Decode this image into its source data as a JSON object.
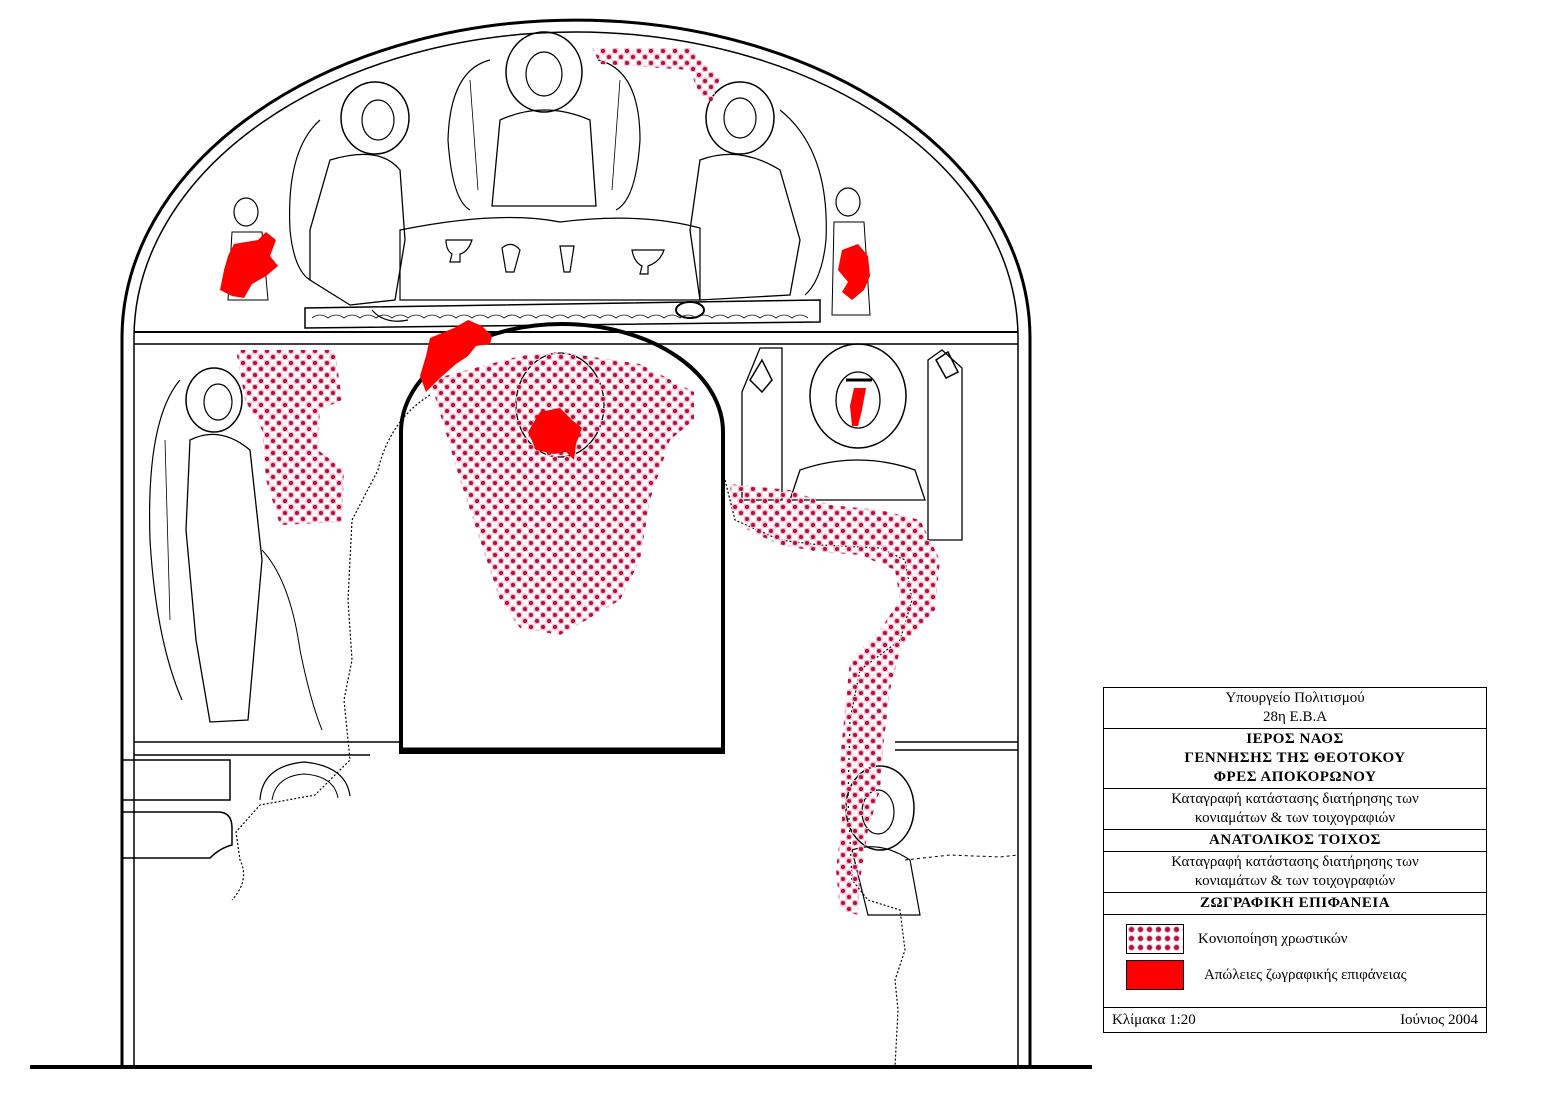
{
  "cartouche": {
    "authority_1": "Υπουργείο Πολιτισμού",
    "authority_2": "28η Ε.Β.Α",
    "church_1": "ΙΕΡΟΣ ΝΑΟΣ",
    "church_2": "ΓΕΝΝΗΣΗΣ ΤΗΣ ΘΕΟΤΟΚΟΥ",
    "church_3": "ΦΡΕΣ ΑΠΟΚΟΡΩΝΟΥ",
    "survey_a_1": "Καταγραφή κατάστασης διατήρησης των",
    "survey_a_2": "κονιαμάτων & των τοιχογραφιών",
    "wall": "ΑΝΑΤΟΛΙΚΟΣ ΤΟΙΧΟΣ",
    "survey_b_1": "Καταγραφή κατάστασης διατήρησης των",
    "survey_b_2": "κονιαμάτων & των τοιχογραφιών",
    "surface": "ΖΩΓΡΑΦΙΚΗ ΕΠΙΦΑΝΕΙΑ",
    "legend": [
      {
        "label": "Κονιοποίηση χρωστικών",
        "pattern": "dots",
        "color": "#b0123a"
      },
      {
        "label": "Απώλειες ζωγραφικής επιφάνειας",
        "pattern": "solid",
        "color": "#ff0000"
      }
    ],
    "scale": "Κλίμακα 1:20",
    "date": "Ιούνιος 2004"
  },
  "colors": {
    "loss": "#ff0000",
    "powdering": "#b0123a",
    "line": "#000000"
  }
}
